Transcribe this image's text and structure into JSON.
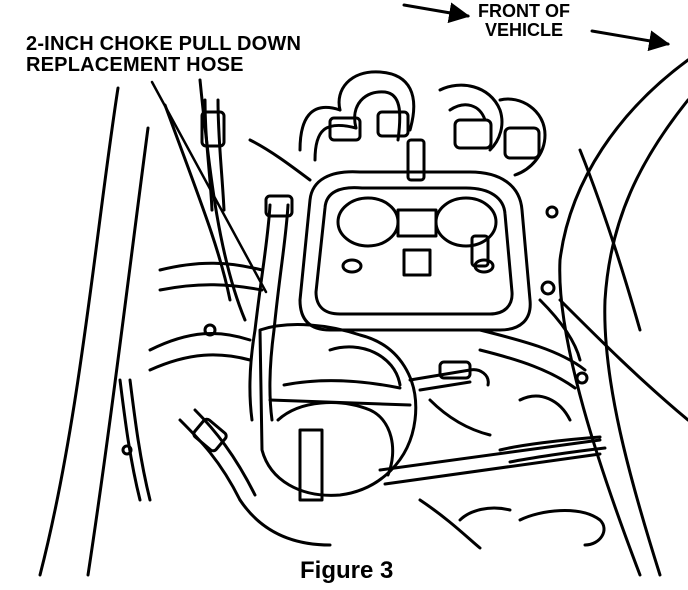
{
  "callouts": {
    "hose_line1": "2-INCH CHOKE PULL DOWN",
    "hose_line2": "REPLACEMENT HOSE",
    "front_line1": "FRONT OF",
    "front_line2": "VEHICLE"
  },
  "caption": "Figure 3",
  "colors": {
    "ink": "#000000",
    "paper": "#ffffff"
  }
}
